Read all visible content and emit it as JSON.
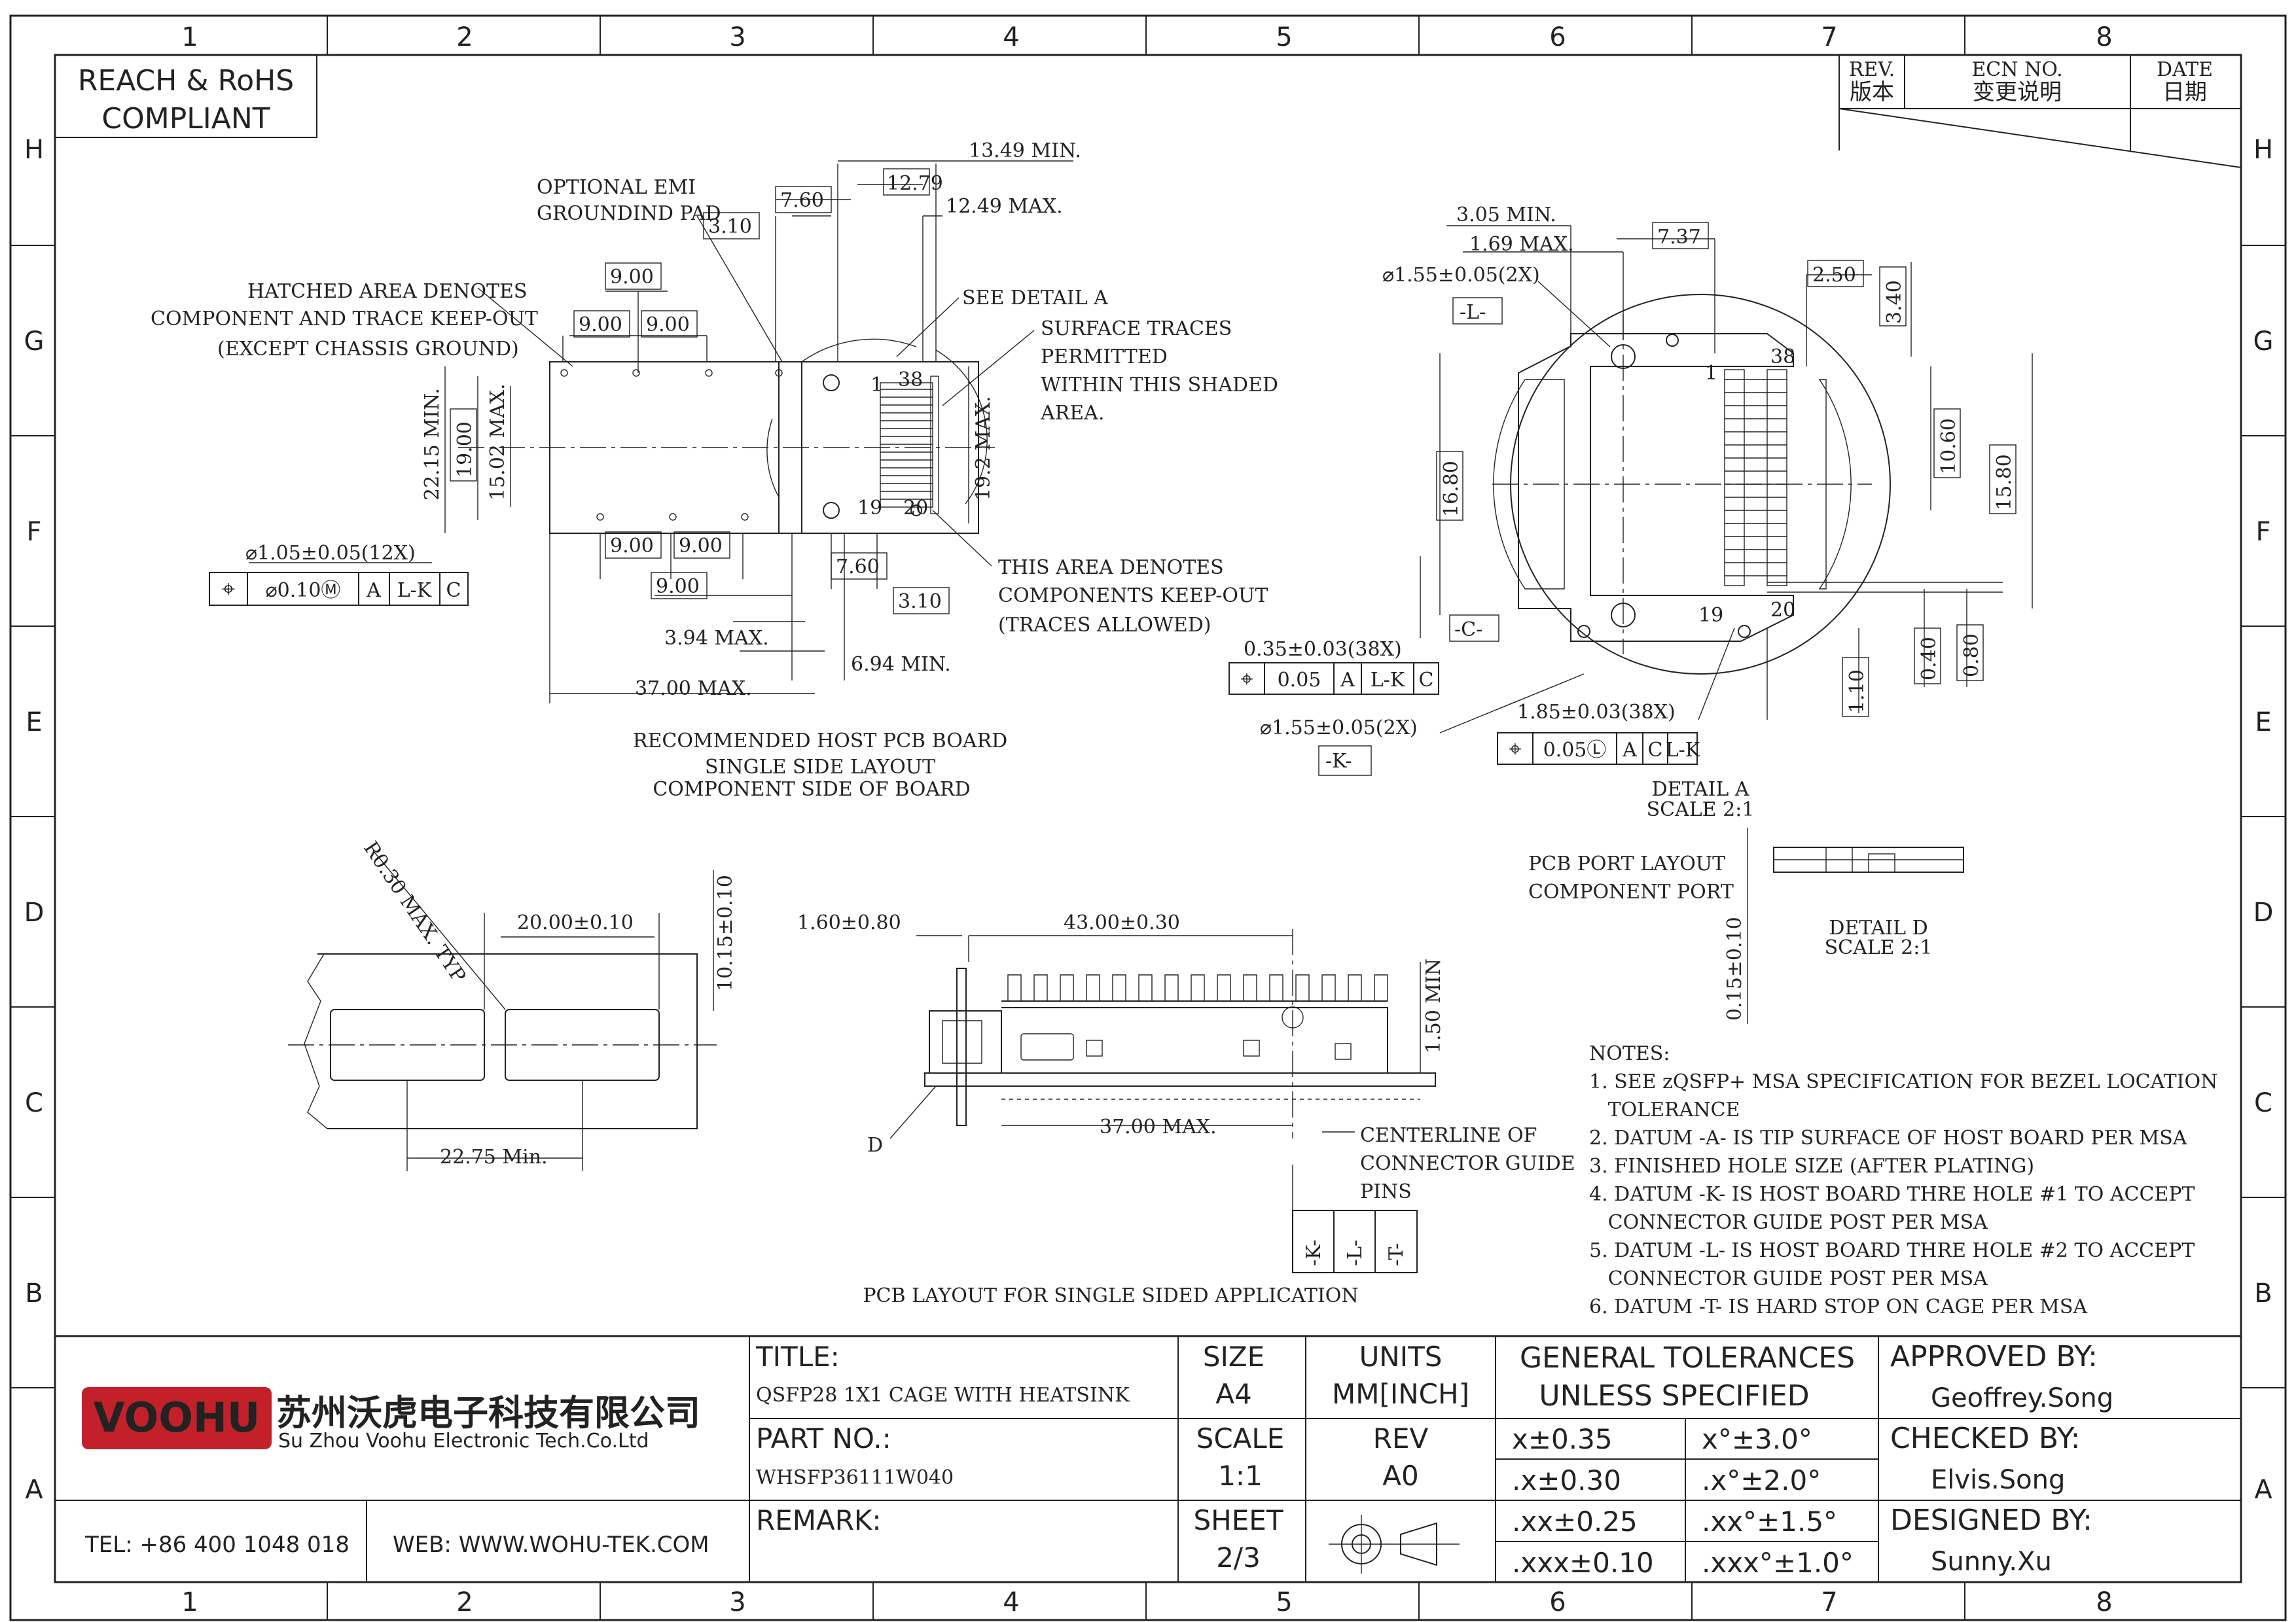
{
  "grid": {
    "cols": [
      "1",
      "2",
      "3",
      "4",
      "5",
      "6",
      "7",
      "8"
    ],
    "rows": [
      "H",
      "G",
      "F",
      "E",
      "D",
      "C",
      "B",
      "A"
    ]
  },
  "compliance": {
    "line1": "REACH & RoHS",
    "line2": "COMPLIANT"
  },
  "revision_block": {
    "rev": "REV.",
    "rev_cn": "版本",
    "ecn": "ECN NO.",
    "ecn_cn": "变更说明",
    "date": "DATE",
    "date_cn": "日期"
  },
  "host_pcb": {
    "labels": {
      "emi1": "OPTIONAL EMI",
      "emi2": "GROUNDIND PAD",
      "hatch1": "HATCHED AREA DENOTES",
      "hatch2": "COMPONENT AND TRACE KEEP-OUT",
      "hatch3": "(EXCEPT CHASSIS GROUND)",
      "detail": "SEE DETAIL A",
      "surf1": "SURFACE TRACES",
      "surf2": "PERMITTED",
      "surf3": "WITHIN THIS SHADED",
      "surf4": "AREA.",
      "area1": "THIS AREA DENOTES",
      "area2": "COMPONENTS KEEP-OUT",
      "area3": "(TRACES ALLOWED)",
      "cap1": "RECOMMENDED HOST PCB BOARD",
      "cap2": "SINGLE SIDE LAYOUT",
      "cap3": "COMPONENT SIDE OF BOARD"
    },
    "dims": {
      "d1349": "13.49 MIN.",
      "d1279": "12.79",
      "d1249": "12.49 MAX.",
      "d760a": "7.60",
      "d310a": "3.10",
      "d900a": "9.00",
      "d900b": "9.00",
      "d900c": "9.00",
      "d2215": "22.15 MIN.",
      "d1900": "19.00",
      "d1502": "15.02 MAX.",
      "d192": "19.2 MAX.",
      "d900d": "9.00",
      "d900e": "9.00",
      "d900f": "9.00",
      "d760b": "7.60",
      "d310b": "3.10",
      "d394": "3.94 MAX.",
      "d694": "6.94 MIN.",
      "d3700": "37.00 MAX.",
      "hole": "⌀1.05±0.05(12X)",
      "pin1": "1",
      "pin38": "38",
      "pin19": "19",
      "pin20": "20"
    },
    "fcf": [
      "⌖",
      "⌀0.10Ⓜ",
      "A",
      "L-K",
      "C"
    ]
  },
  "detail_a": {
    "dims": {
      "d305": "3.05 MIN.",
      "d169": "1.69 MAX.",
      "d737": "7.37",
      "d250": "2.50",
      "d340": "3.40",
      "hole1": "⌀1.55±0.05(2X)",
      "datum_l": "-L-",
      "d1680": "16.80",
      "d1060": "10.60",
      "d1580": "15.80",
      "datum_c": "-C-",
      "pad": "0.35±0.03(38X)",
      "hole2": "⌀1.55±0.05(2X)",
      "datum_k": "-K-",
      "pitch": "1.85±0.03(38X)",
      "d110": "1.10",
      "d040": "0.40",
      "d080": "0.80",
      "pin1": "1",
      "pin38": "38",
      "pin19": "19",
      "pin20": "20"
    },
    "fcf1": [
      "⌖",
      "0.05",
      "A",
      "L-K",
      "C"
    ],
    "fcf2": [
      "⌖",
      "0.05Ⓛ",
      "A",
      "C",
      "L-K"
    ],
    "caption1": "DETAIL A",
    "caption2": "SCALE 2:1"
  },
  "port_layout": {
    "l1": "PCB PORT LAYOUT",
    "l2": "COMPONENT PORT",
    "dim": "0.15±0.10",
    "cap1": "DETAIL D",
    "cap2": "SCALE 2:1"
  },
  "bezel": {
    "r": "R0.30 MAX. TYP",
    "w": "20.00±0.10",
    "h": "10.15±0.10",
    "pitch": "22.75 Min."
  },
  "side_view": {
    "d160": "1.60±0.80",
    "d4300": "43.00±0.30",
    "d150": "1.50 MIN",
    "d3700": "37.00 MAX.",
    "d": "D",
    "cl1": "CENTERLINE OF",
    "cl2": "CONNECTOR GUIDE",
    "cl3": "PINS",
    "datums": [
      "-K-",
      "-L-",
      "-T-"
    ],
    "caption": "PCB LAYOUT FOR SINGLE SIDED APPLICATION"
  },
  "notes": {
    "title": "NOTES:",
    "items": [
      "1. SEE zQSFP+ MSA SPECIFICATION FOR BEZEL LOCATION",
      "   TOLERANCE",
      "2. DATUM -A- IS TIP SURFACE OF HOST BOARD PER MSA",
      "3. FINISHED HOLE SIZE (AFTER PLATING)",
      "4. DATUM -K- IS HOST BOARD THRE HOLE #1 TO ACCEPT",
      "   CONNECTOR GUIDE POST PER MSA",
      "5. DATUM -L- IS HOST BOARD THRE HOLE #2 TO ACCEPT",
      "   CONNECTOR GUIDE POST PER MSA",
      "6. DATUM -T- IS HARD STOP ON CAGE PER MSA"
    ]
  },
  "title_block": {
    "logo": "VOOHU",
    "company_cn": "苏州沃虎电子科技有限公司",
    "company_en": "Su Zhou Voohu Electronic Tech.Co.Ltd",
    "tel": "TEL: +86 400 1048 018",
    "web": "WEB: WWW.WOHU-TEK.COM",
    "title_label": "TITLE:",
    "title_value": "QSFP28 1X1 CAGE WITH HEATSINK",
    "part_label": "PART NO.:",
    "part_value": "WHSFP36111W040",
    "remark_label": "REMARK:",
    "size_label": "SIZE",
    "size_value": "A4",
    "units_label": "UNITS",
    "units_value": "MM[INCH]",
    "scale_label": "SCALE",
    "scale_value": "1:1",
    "rev_label": "REV",
    "rev_value": "A0",
    "sheet_label": "SHEET",
    "sheet_value": "2/3",
    "tol_title1": "GENERAL TOLERANCES",
    "tol_title2": "UNLESS SPECIFIED",
    "tol": [
      [
        "x±0.35",
        "x°±3.0°"
      ],
      [
        ".x±0.30",
        ".x°±2.0°"
      ],
      [
        ".xx±0.25",
        ".xx°±1.5°"
      ],
      [
        ".xxx±0.10",
        ".xxx°±1.0°"
      ]
    ],
    "approved_label": "APPROVED BY:",
    "approved_value": "Geoffrey.Song",
    "checked_label": "CHECKED BY:",
    "checked_value": "Elvis.Song",
    "designed_label": "DESIGNED BY:",
    "designed_value": "Sunny.Xu"
  },
  "colors": {
    "logo_red": "#c4202a",
    "web_blue": "#1a4aa0",
    "ink": "#222222"
  }
}
